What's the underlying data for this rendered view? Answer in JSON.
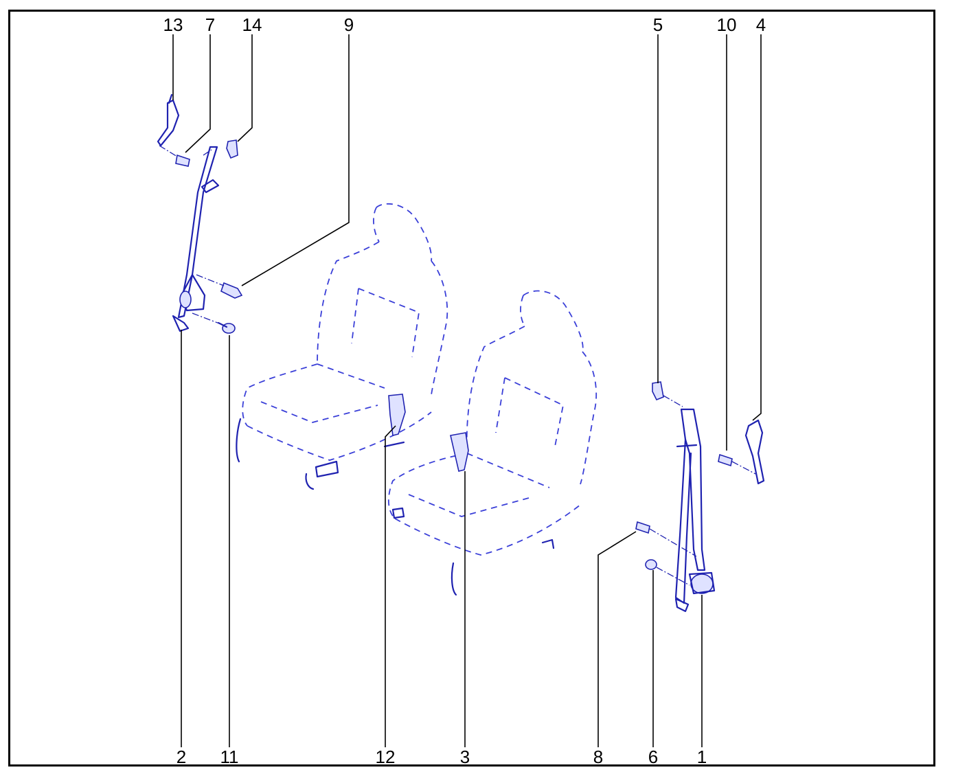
{
  "colors": {
    "line_art": "#1f22b0",
    "seat_outline": "#3a3fd8",
    "labels": "#000000",
    "frame": "#000000"
  },
  "callouts": [
    {
      "id": "c13",
      "text": "13"
    },
    {
      "id": "c7",
      "text": "7"
    },
    {
      "id": "c14",
      "text": "14"
    },
    {
      "id": "c9",
      "text": "9"
    },
    {
      "id": "c5",
      "text": "5"
    },
    {
      "id": "c10",
      "text": "10"
    },
    {
      "id": "c4",
      "text": "4"
    },
    {
      "id": "c2",
      "text": "2"
    },
    {
      "id": "c11",
      "text": "11"
    },
    {
      "id": "c12",
      "text": "12"
    },
    {
      "id": "c3",
      "text": "3"
    },
    {
      "id": "c8",
      "text": "8"
    },
    {
      "id": "c6",
      "text": "6"
    },
    {
      "id": "c1",
      "text": "1"
    }
  ]
}
